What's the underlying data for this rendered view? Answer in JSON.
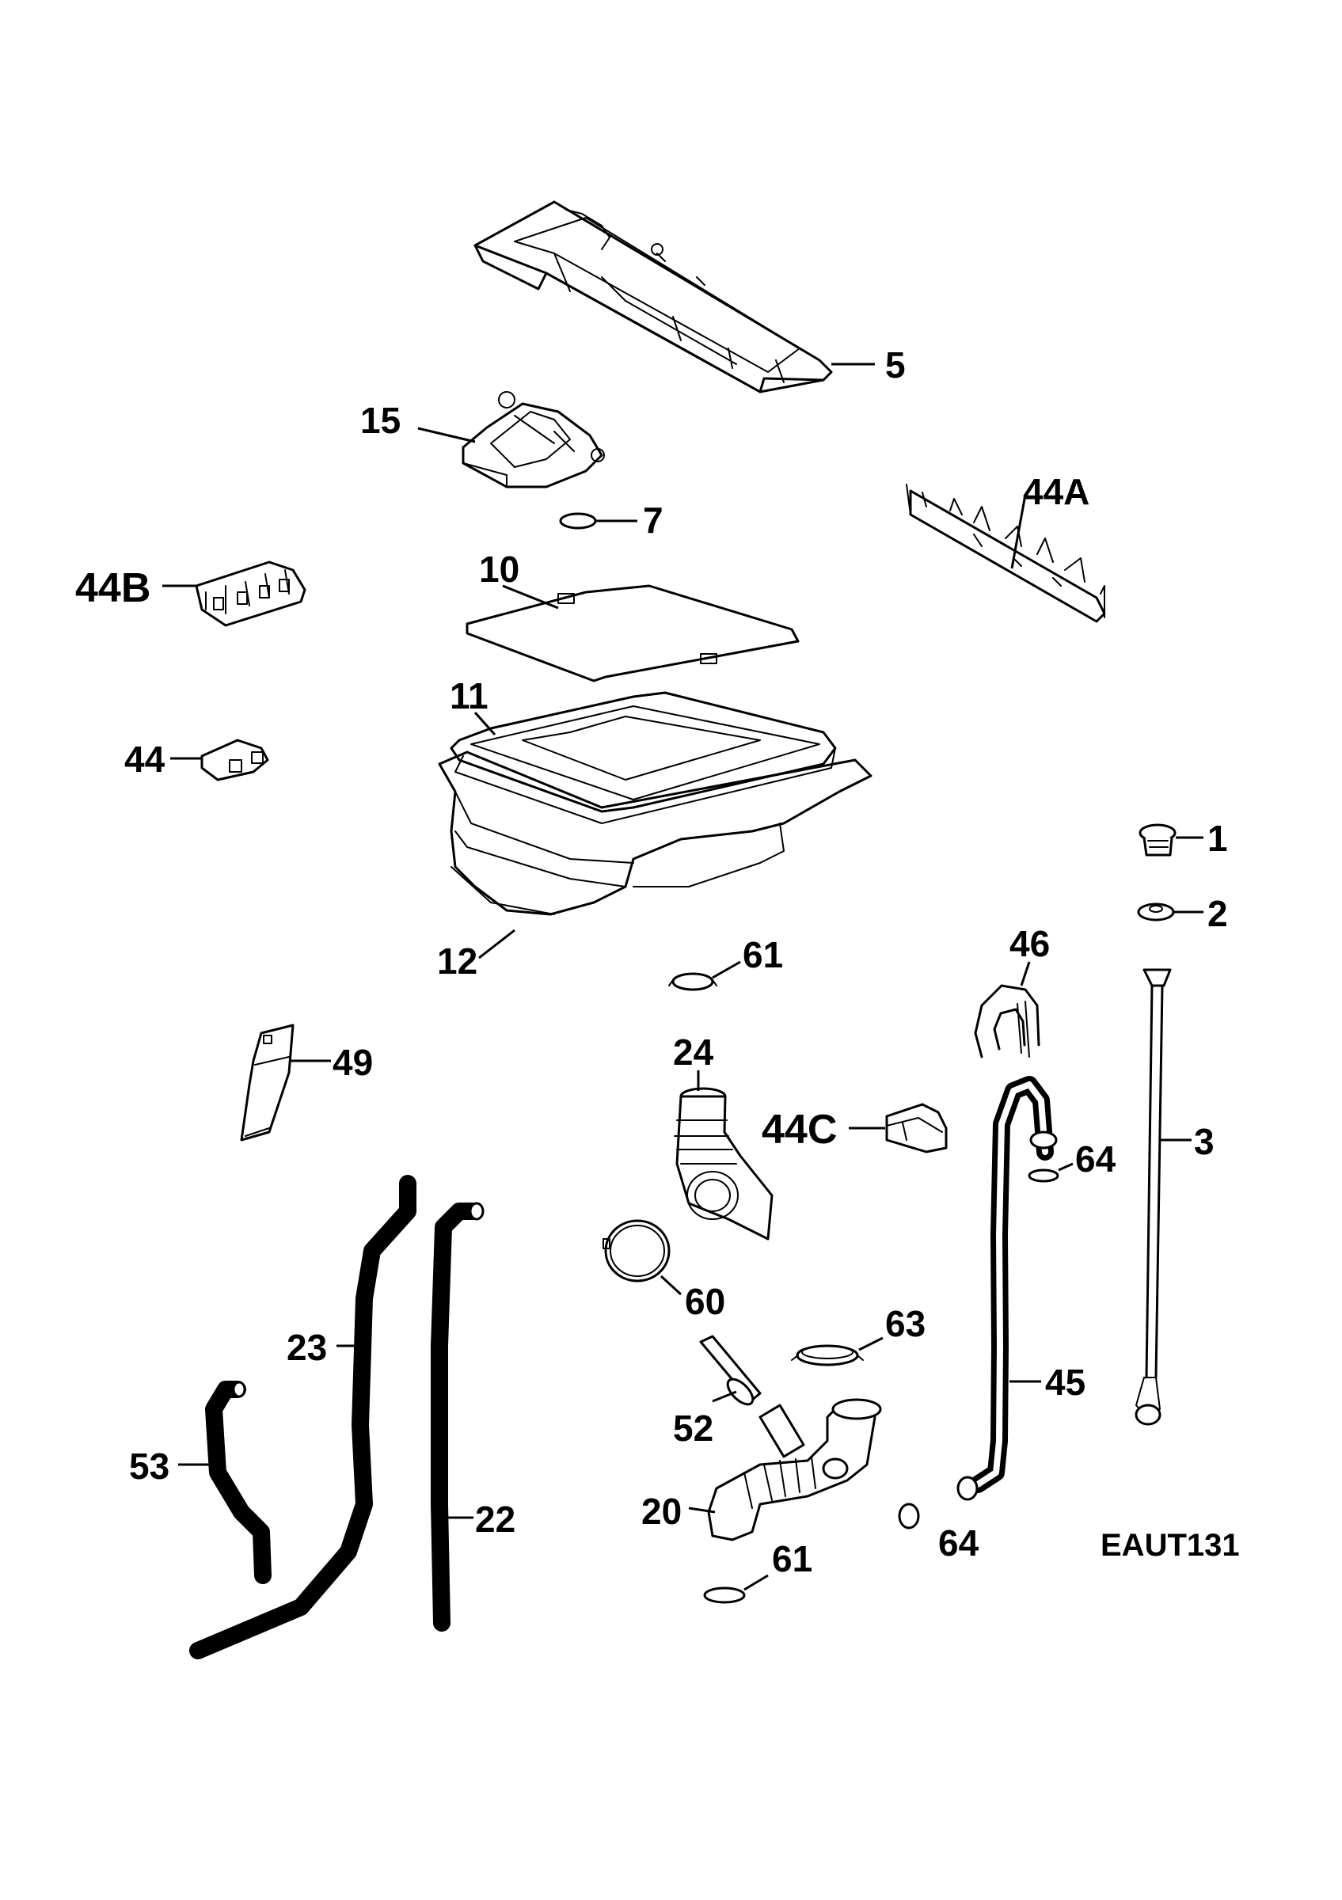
{
  "diagram": {
    "reference_code": "EAUT131",
    "callouts": {
      "p5": "5",
      "p15": "15",
      "p7": "7",
      "p44A": "44A",
      "p44B": "44B",
      "p10": "10",
      "p11": "11",
      "p44": "44",
      "p12": "12",
      "p1": "1",
      "p2": "2",
      "p61a": "61",
      "p46": "46",
      "p49": "49",
      "p24": "24",
      "p44C": "44C",
      "p64a": "64",
      "p3": "3",
      "p60": "60",
      "p63": "63",
      "p23": "23",
      "p45": "45",
      "p52": "52",
      "p53": "53",
      "p22": "22",
      "p20": "20",
      "p64b": "64",
      "p61b": "61"
    }
  }
}
